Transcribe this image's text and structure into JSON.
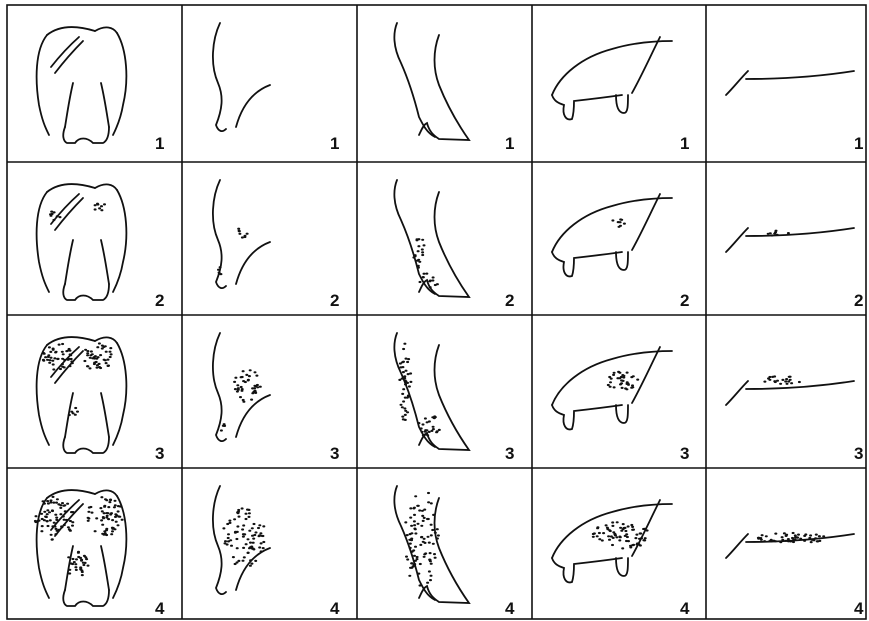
{
  "grid": {
    "rows": [
      {
        "labels": [
          "1",
          "1",
          "1",
          "1",
          "1"
        ]
      },
      {
        "labels": [
          "2",
          "2",
          "2",
          "2",
          "2"
        ]
      },
      {
        "labels": [
          "3",
          "3",
          "3",
          "3",
          "3"
        ]
      },
      {
        "labels": [
          "4",
          "4",
          "4",
          "4",
          "4"
        ]
      }
    ]
  },
  "colors": {
    "ink": "#111111",
    "background": "#ffffff"
  }
}
